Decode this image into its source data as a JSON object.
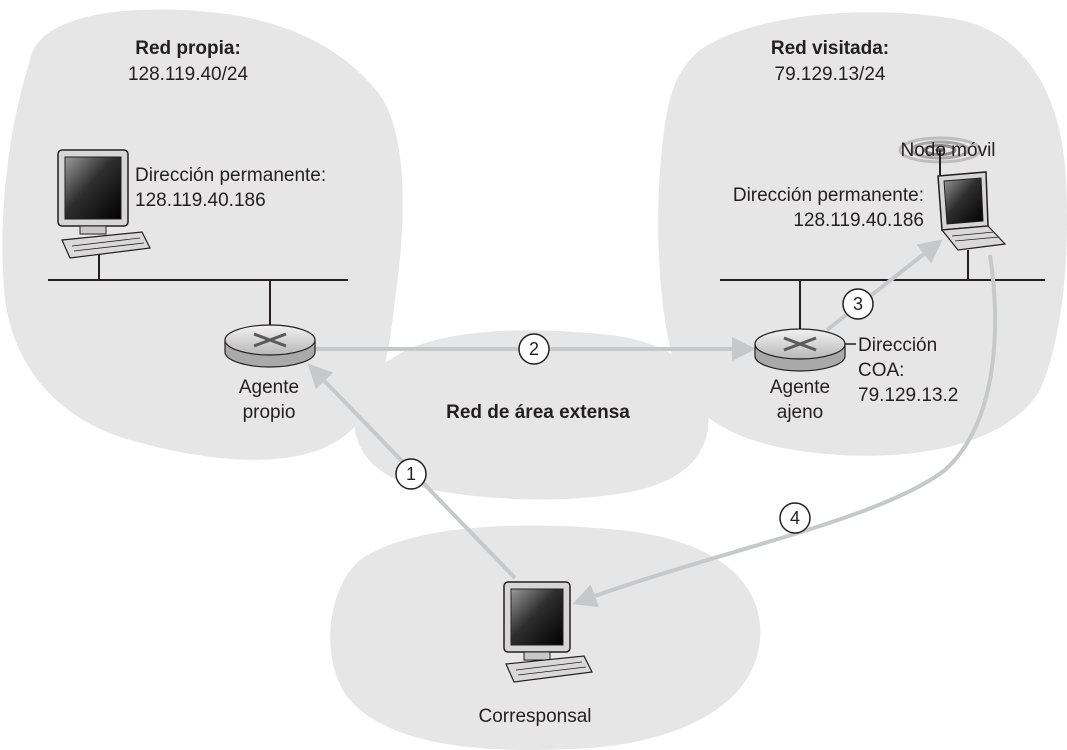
{
  "home_network": {
    "title": "Red propia:",
    "prefix": "128.119.40/24",
    "host_label_1": "Dirección permanente:",
    "host_label_2": "128.119.40.186",
    "agent_label_1": "Agente",
    "agent_label_2": "propio"
  },
  "visited_network": {
    "title": "Red visitada:",
    "prefix": "79.129.13/24",
    "mobile_node_label": "Nodo móvil",
    "host_label_1": "Dirección permanente:",
    "host_label_2": "128.119.40.186",
    "agent_label_1": "Agente",
    "agent_label_2": "ajeno",
    "coa_label_1": "Dirección",
    "coa_label_2": "COA:",
    "coa_label_3": "79.129.13.2"
  },
  "wan": {
    "label": "Red de área extensa"
  },
  "correspondent": {
    "label": "Corresponsal"
  },
  "steps": [
    "1",
    "2",
    "3",
    "4"
  ],
  "colors": {
    "cloud": "#e6e6e6",
    "arrow": "#c7c8ca",
    "line": "#231f20"
  }
}
